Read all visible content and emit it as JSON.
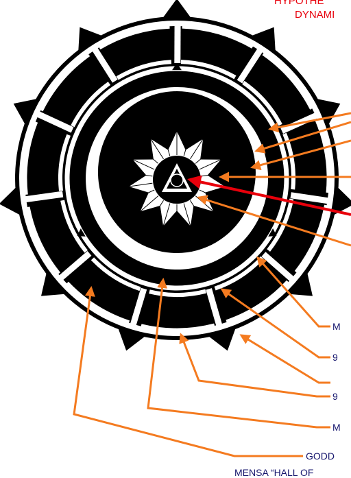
{
  "header": {
    "line1": "HYPOTHE",
    "line2": "DYNAMI",
    "color": "#e8000b"
  },
  "labels": [
    "M",
    "9",
    "9",
    "M",
    "GODD",
    "MENSA “HALL OF"
  ],
  "colors": {
    "ink": "#000000",
    "paper": "#ffffff",
    "leader_orange": "#f47b20",
    "leader_red": "#e8000b",
    "label_navy": "#17176e"
  }
}
